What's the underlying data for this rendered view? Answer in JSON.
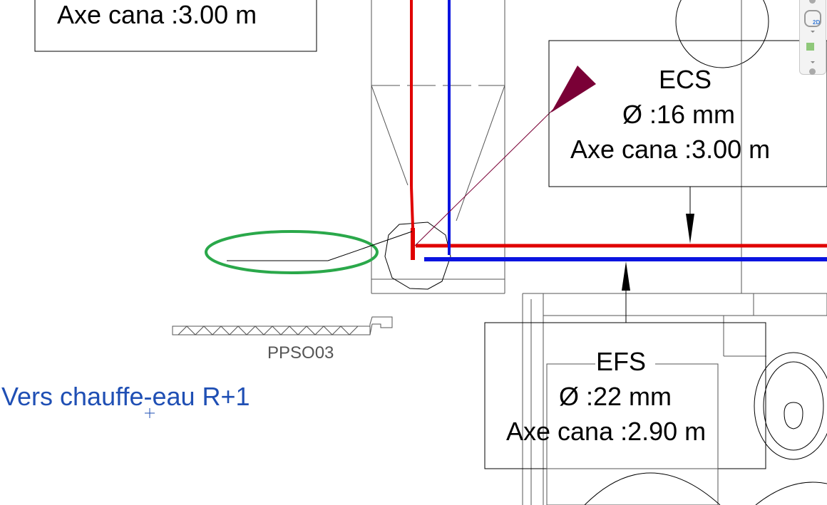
{
  "tags": {
    "top_left": {
      "axe": "Axe cana :3.00 m"
    },
    "ecs": {
      "name": "ECS",
      "diameter": "Ø :16 mm",
      "axe": "Axe cana :3.00 m"
    },
    "efs": {
      "name": "EFS",
      "diameter": "Ø :22 mm",
      "axe": "Axe cana :2.90 m"
    }
  },
  "labels": {
    "equipment": "PPSO03",
    "note": "Vers chauffe-eau R+1"
  },
  "navbar": {
    "wheel_label": "2D"
  },
  "colors": {
    "hot_pipe": "#e00000",
    "cold_pipe": "#0a14e0",
    "highlight": "#2aa84a",
    "note_text": "#1f4fb4",
    "marker": "#7a0036"
  }
}
